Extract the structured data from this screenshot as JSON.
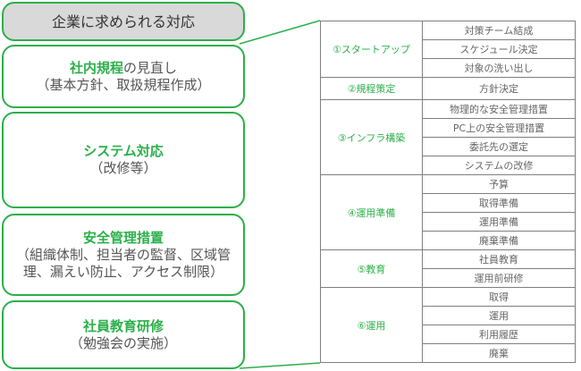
{
  "left": {
    "title": "企業に求められる対応",
    "boxes": [
      {
        "highlight": "社内規程",
        "rest": "の見直し",
        "sub": "（基本方針、取扱規程作成）"
      },
      {
        "highlight": "システム対応",
        "rest": "",
        "sub": "（改修等）"
      },
      {
        "highlight": "安全管理措置",
        "rest": "",
        "sub": "（組織体制、担当者の監督、区域管理、漏えい防止、アクセス制限）"
      },
      {
        "highlight": "社員教育研修",
        "rest": "",
        "sub": "（勉強会の実施）"
      }
    ]
  },
  "table": {
    "groups": [
      {
        "label": "①スタートアップ",
        "items": [
          "対策チーム結成",
          "スケジュール決定",
          "対象の洗い出し"
        ]
      },
      {
        "label": "②規程策定",
        "items": [
          "方針決定"
        ]
      },
      {
        "label": "③インフラ構築",
        "items": [
          "物理的な安全管理措置",
          "PC上の安全管理措置",
          "委託先の選定",
          "システムの改修"
        ]
      },
      {
        "label": "④運用準備",
        "items": [
          "予算",
          "取得準備",
          "運用準備",
          "廃棄準備"
        ]
      },
      {
        "label": "⑤教育",
        "items": [
          "社員教育",
          "運用前研修"
        ]
      },
      {
        "label": "⑥運用",
        "items": [
          "取得",
          "運用",
          "利用履歴",
          "廃棄"
        ]
      }
    ]
  },
  "colors": {
    "accent": "#2bb04a",
    "title_bg": "#d9d9d9"
  }
}
